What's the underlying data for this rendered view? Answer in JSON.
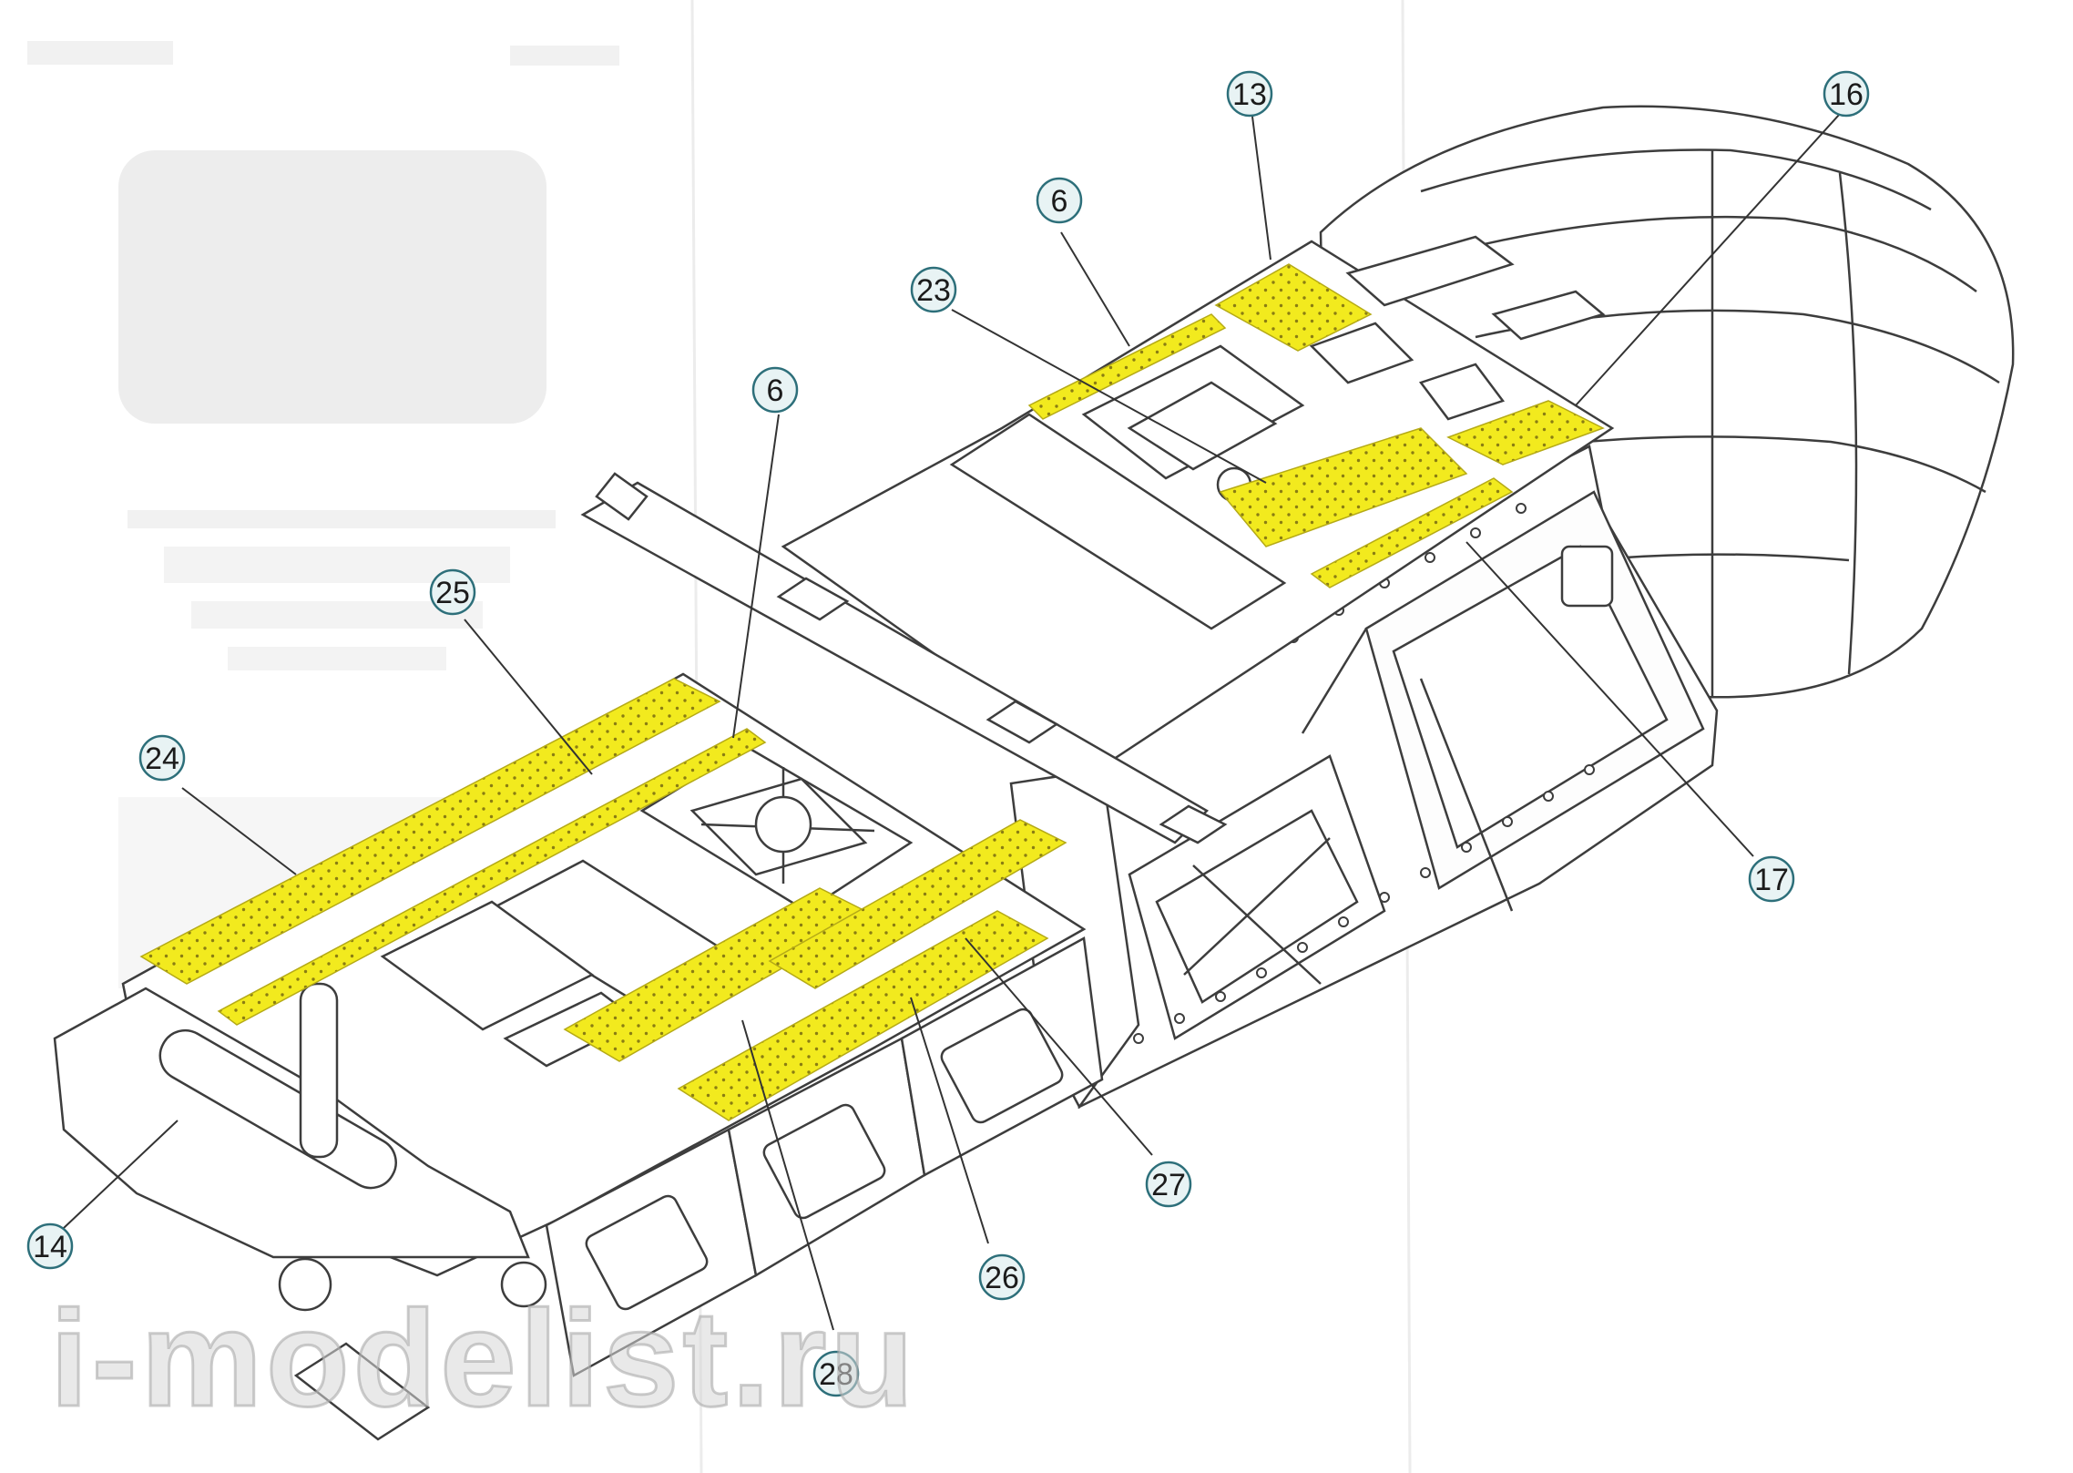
{
  "watermark": "i-modelist.ru",
  "accent_color": "#f2ea1e",
  "perforation_color": "#8a7d12",
  "line_color": "#3d3d3d",
  "callouts": [
    {
      "label": "13",
      "target": "pe-rear-deck-plate"
    },
    {
      "label": "16",
      "target": "pe-right-rear-plate"
    },
    {
      "label": "6",
      "target": "pe-rear-left-strip"
    },
    {
      "label": "23",
      "target": "pe-center-rear-plate"
    },
    {
      "label": "6",
      "target": "pe-mid-strip"
    },
    {
      "label": "25",
      "target": "pe-left-long-strip"
    },
    {
      "label": "24",
      "target": "pe-left-long-strip"
    },
    {
      "label": "17",
      "target": "pe-rear-right-strip"
    },
    {
      "label": "14",
      "target": "front-bumper"
    },
    {
      "label": "27",
      "target": "pe-front-right-strip"
    },
    {
      "label": "26",
      "target": "pe-front-right-lower"
    },
    {
      "label": "28",
      "target": "pe-front-center-plate"
    }
  ]
}
